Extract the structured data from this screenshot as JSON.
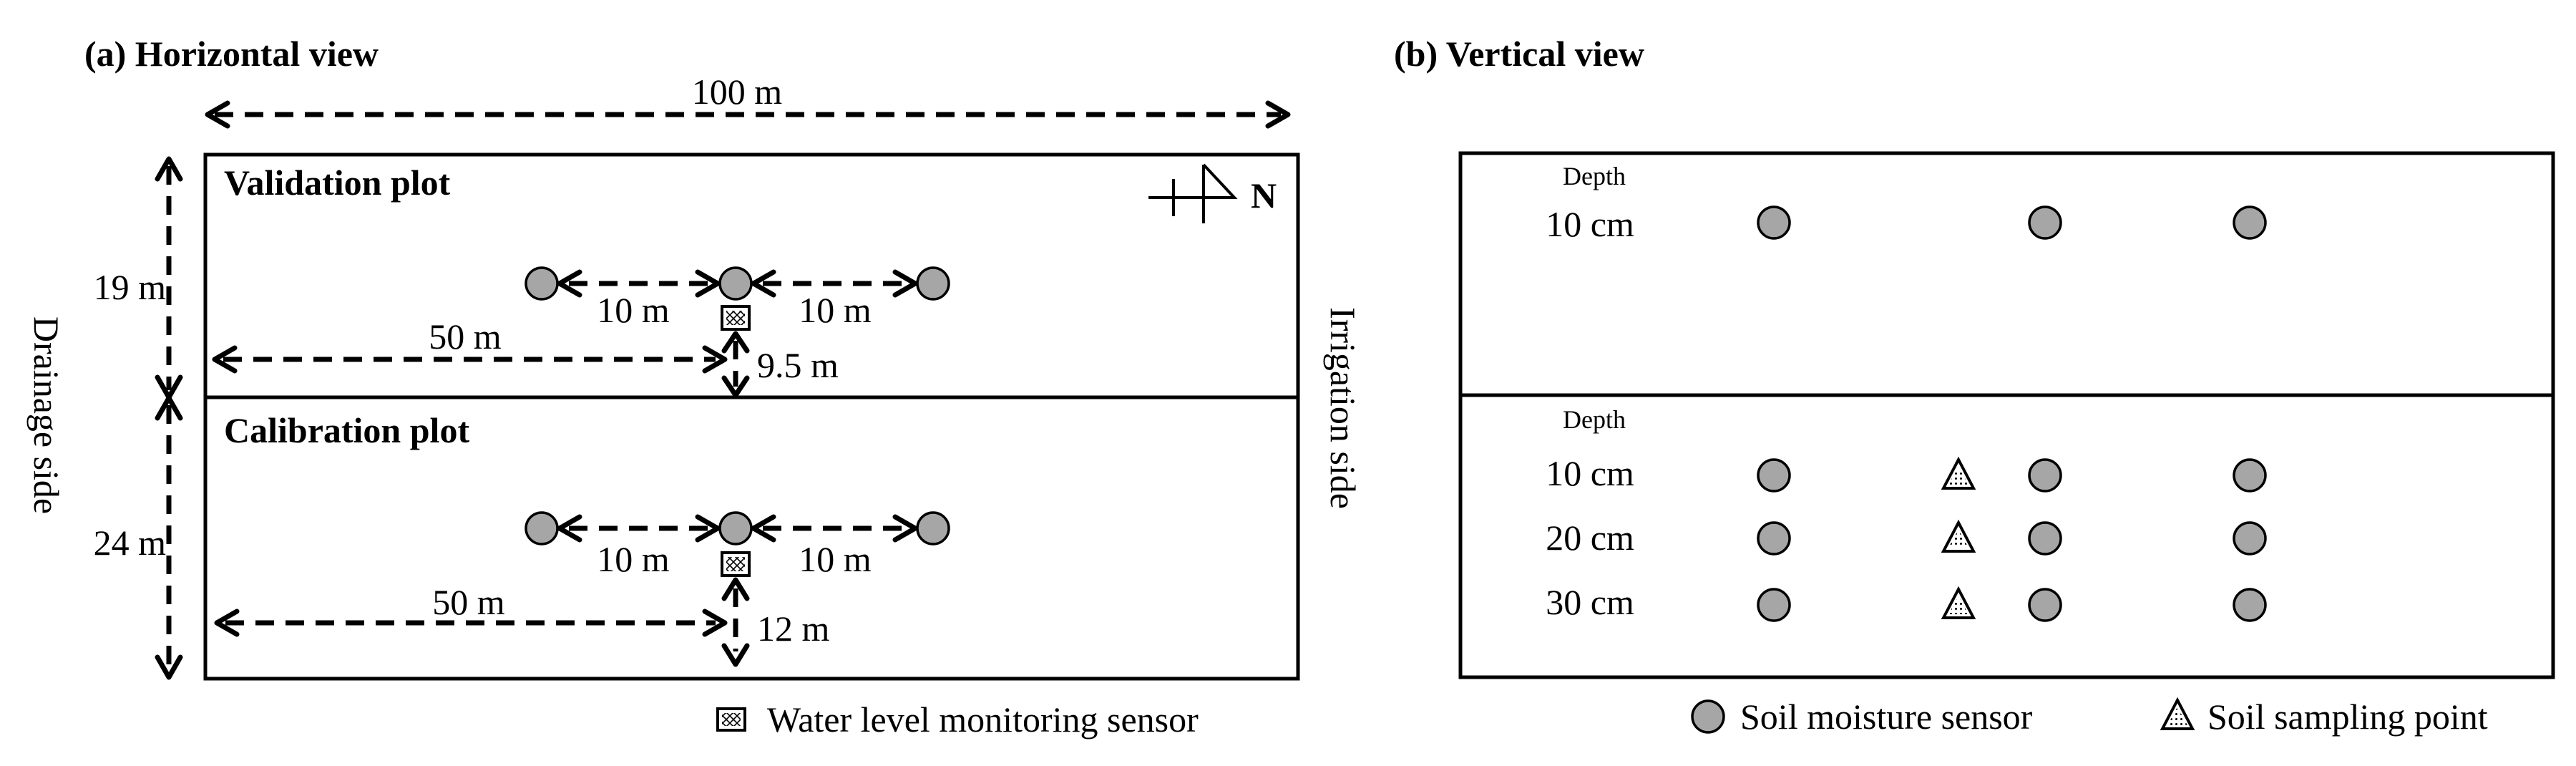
{
  "panel_a": {
    "title": "(a) Horizontal view",
    "width_label": "100 m",
    "validation_title": "Validation plot",
    "calibration_title": "Calibration plot",
    "north_label": "N",
    "validation_height": "19 m",
    "calibration_height": "24 m",
    "drainage_label": "Drainage side",
    "irrigation_label": "Irrigation side",
    "val_left_spacing": "10 m",
    "val_right_spacing": "10 m",
    "val_distance": "50 m",
    "val_depth": "9.5 m",
    "cal_left_spacing": "10 m",
    "cal_right_spacing": "10 m",
    "cal_distance": "50 m",
    "cal_depth": "12 m",
    "legend_water": "Water level monitoring sensor"
  },
  "panel_b": {
    "title": "(b) Vertical view",
    "top_depth_header": "Depth",
    "top_depth": "10 cm",
    "bottom_depth_header": "Depth",
    "depths": [
      "10 cm",
      "20 cm",
      "30 cm"
    ],
    "legend_soil_moisture": "Soil moisture sensor",
    "legend_soil_sampling": "Soil sampling point"
  },
  "colors": {
    "sensor_fill": "#a6a6a6",
    "line": "#000000"
  },
  "icons": [
    "north-arrow-icon",
    "soil-moisture-sensor-icon",
    "water-level-sensor-icon",
    "soil-sampling-point-icon"
  ]
}
